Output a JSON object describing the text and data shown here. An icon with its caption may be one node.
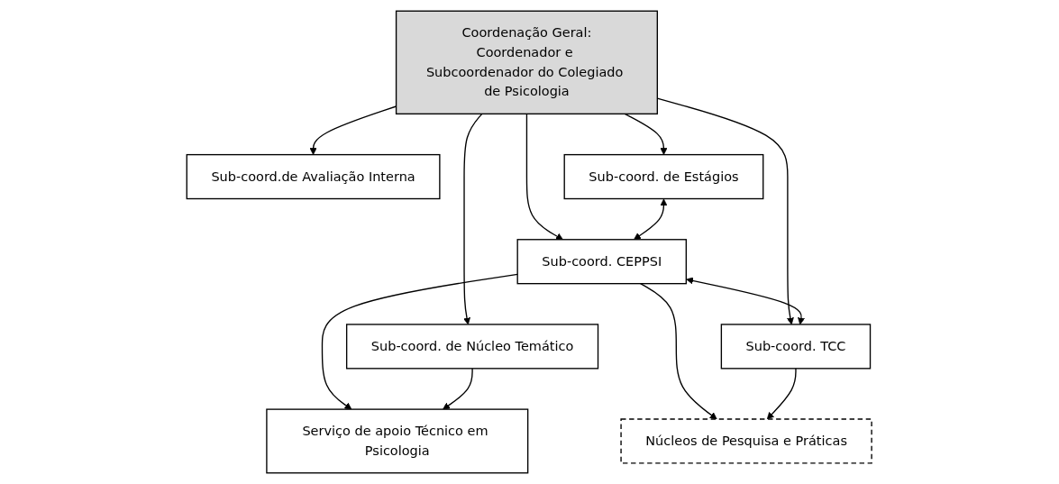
{
  "diagram": {
    "nodes": [
      {
        "text": [
          "Coordenação Geral:",
          "Coordenador e Subcoordenador do Colegiado de Psicologia"
        ]
      },
      {
        "text": [
          "Sub-coord.de Avaliação Interna"
        ]
      },
      {
        "text": [
          "Sub-coord. de Estágios"
        ]
      },
      {
        "text": [
          "Sub-coord. CEPPSI"
        ]
      },
      {
        "text": [
          "Sub-coord. TCC"
        ]
      },
      {
        "text": [
          "Núcleos de Pesquisa e Práticas"
        ]
      },
      {
        "text": [
          "Sub-coord. de Núcleo Temático"
        ]
      },
      {
        "text": [
          "Serviço de apoio Técnico em Psicologia"
        ]
      }
    ],
    "edges": [
      {
        "from": 0,
        "to": 1,
        "arrow": "to"
      },
      {
        "from": 0,
        "to": 6,
        "arrow": "to"
      },
      {
        "from": 0,
        "to": 2,
        "arrow": "to"
      },
      {
        "from": 0,
        "to": 3,
        "arrow": "to"
      },
      {
        "from": 0,
        "to": 4,
        "arrow": "to"
      },
      {
        "from": 2,
        "to": 3,
        "arrow": "both"
      },
      {
        "from": 3,
        "to": 4,
        "arrow": "both"
      },
      {
        "from": 3,
        "to": 5,
        "arrow": "to"
      },
      {
        "from": 4,
        "to": 5,
        "arrow": "to"
      },
      {
        "from": 3,
        "to": 7,
        "arrow": "to"
      },
      {
        "from": 6,
        "to": 7,
        "arrow": "to"
      }
    ]
  }
}
